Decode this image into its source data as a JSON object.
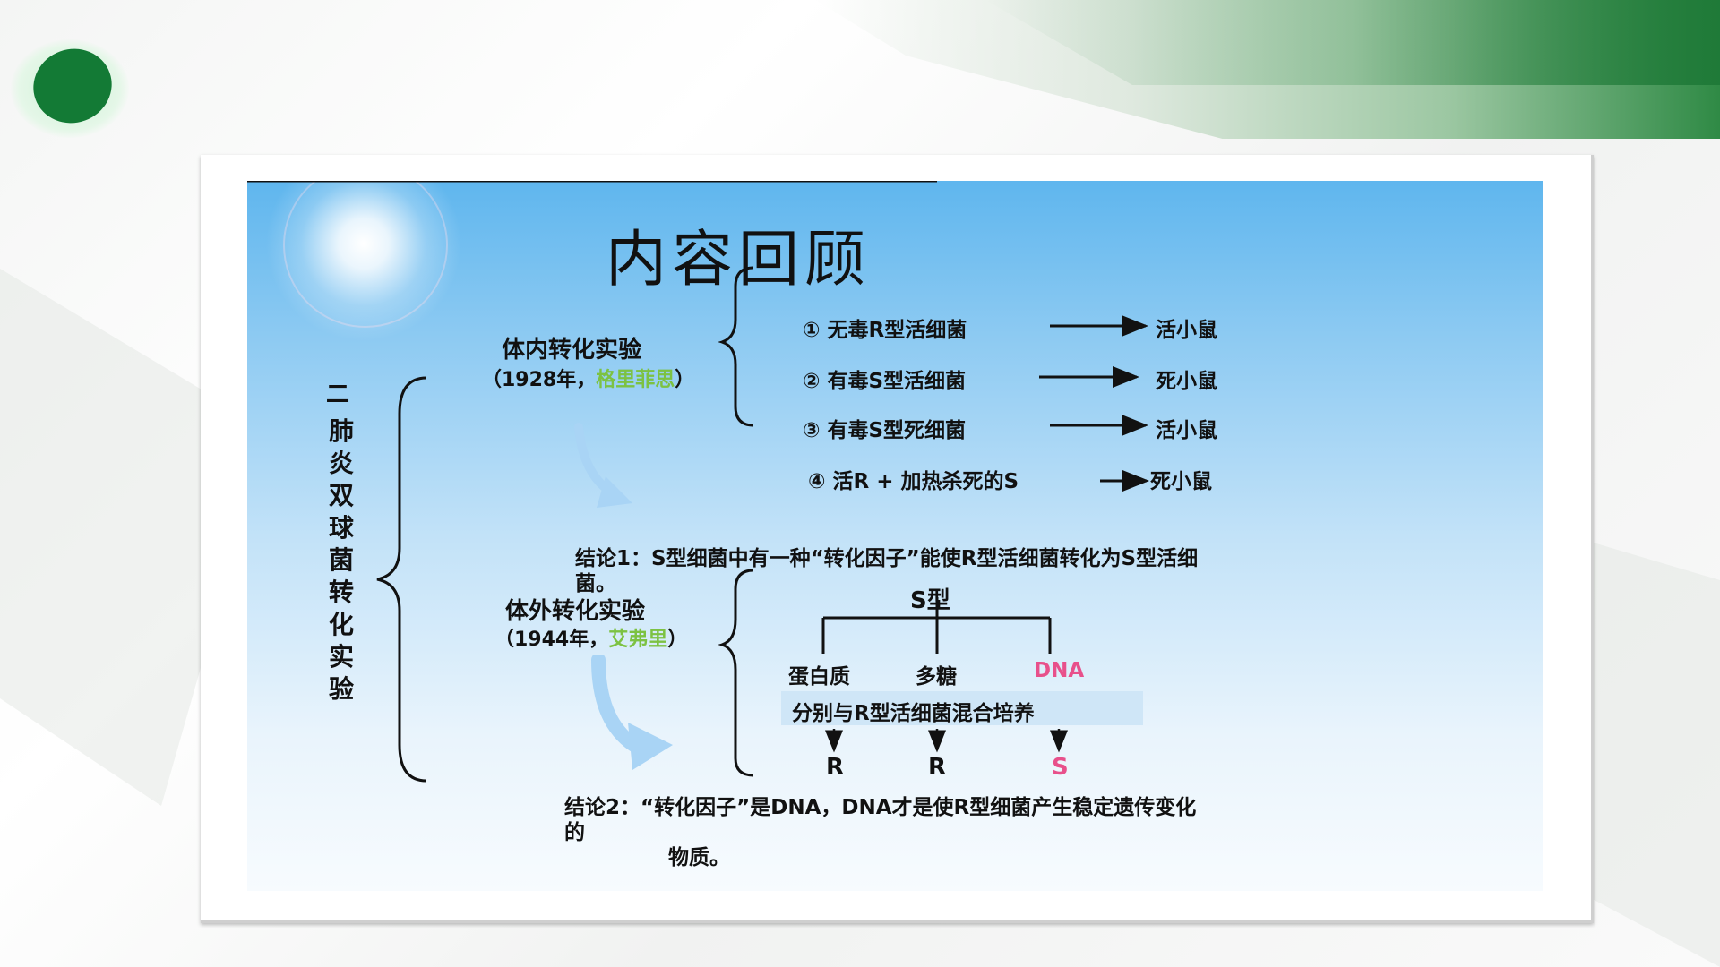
{
  "slide": {
    "title": "内容回顾",
    "section_number": "二",
    "section_title_chars": [
      "肺",
      "炎",
      "双",
      "球",
      "菌",
      "转",
      "化",
      "实",
      "验"
    ],
    "in_vivo": {
      "label": "体内转化实验",
      "year_prefix": "（1928年，",
      "scientist": "格里菲思",
      "year_suffix": "）",
      "steps": [
        {
          "text": "① 无毒R型活细菌",
          "result": "活小鼠"
        },
        {
          "text": "② 有毒S型活细菌",
          "result": "死小鼠"
        },
        {
          "text": "③ 有毒S型死细菌",
          "result": "活小鼠"
        },
        {
          "text": "④ 活R + 加热杀死的S",
          "result": "死小鼠"
        }
      ]
    },
    "conclusion1": {
      "line1": "结论1：S型细菌中有一种“转化因子”能使R型活细菌转化为S型活细",
      "line2": "菌。"
    },
    "in_vitro": {
      "label": "体外转化实验",
      "year_prefix": "（1944年，",
      "scientist": "艾弗里",
      "year_suffix": "）",
      "root": "S型",
      "components": [
        "蛋白质",
        "多糖",
        "DNA"
      ],
      "mix_text": "分别与R型活细菌混合培养",
      "outcomes": [
        "R",
        "R",
        "S"
      ]
    },
    "conclusion2": {
      "line1": "结论2：“转化因子”是DNA，DNA才是使R型细菌产生稳定遗传变化",
      "line2": "的",
      "line3": "物质。"
    }
  },
  "colors": {
    "accent_green": "#137a35",
    "scientist_green": "#7cc242",
    "dna_pink": "#e8508b"
  }
}
